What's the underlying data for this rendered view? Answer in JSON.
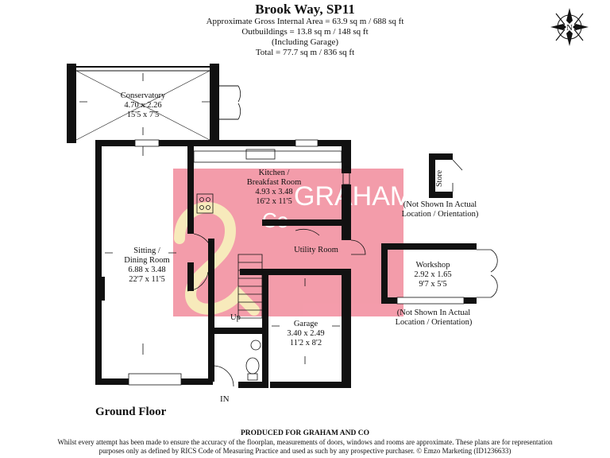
{
  "header": {
    "title": "Brook Way, SP11",
    "gia": "Approximate Gross Internal Area = 63.9 sq m / 688 sq ft",
    "outbuildings": "Outbuildings = 13.8 sq m / 148 sq ft",
    "including": "(Including Garage)",
    "total": "Total = 77.7 sq m / 836 sq ft"
  },
  "compass": {
    "north_label": "N"
  },
  "watermark": {
    "text_line1": "GRAHAM",
    "text_line2": "Co",
    "color": "#f28b9c",
    "accent": "#f6e7b0"
  },
  "rooms": {
    "conservatory": {
      "name": "Conservatory",
      "metric": "4.70 x 2.26",
      "imperial": "15'5 x 7'5"
    },
    "kitchen": {
      "name_line1": "Kitchen /",
      "name_line2": "Breakfast Room",
      "metric": "4.93 x 3.48",
      "imperial": "16'2 x 11'5"
    },
    "sitting": {
      "name_line1": "Sitting /",
      "name_line2": "Dining Room",
      "metric": "6.88 x 3.48",
      "imperial": "22'7 x 11'5"
    },
    "utility": {
      "name": "Utility Room"
    },
    "garage": {
      "name": "Garage",
      "metric": "3.40 x 2.49",
      "imperial": "11'2 x 8'2"
    },
    "workshop": {
      "name": "Workshop",
      "metric": "2.92 x 1.65",
      "imperial": "9'7 x 5'5"
    },
    "store": {
      "name": "Store"
    }
  },
  "labels": {
    "up": "Up",
    "entrance": "IN",
    "store_note_line1": "(Not Shown In Actual",
    "store_note_line2": "Location / Orientation)",
    "workshop_note_line1": "(Not Shown In Actual",
    "workshop_note_line2": "Location / Orientation)",
    "floor": "Ground Floor"
  },
  "footer": {
    "produced_for": "PRODUCED FOR GRAHAM AND CO",
    "disclaimer_line1": "Whilst every attempt has been made to ensure the accuracy of the floorplan, measurements of doors, windows and rooms are approximate. These plans are for representation",
    "disclaimer_line2": "purposes only as defined by RICS Code of Measuring Practice and used as such by any prospective purchaser. © Emzo Marketing (ID1236633)"
  }
}
